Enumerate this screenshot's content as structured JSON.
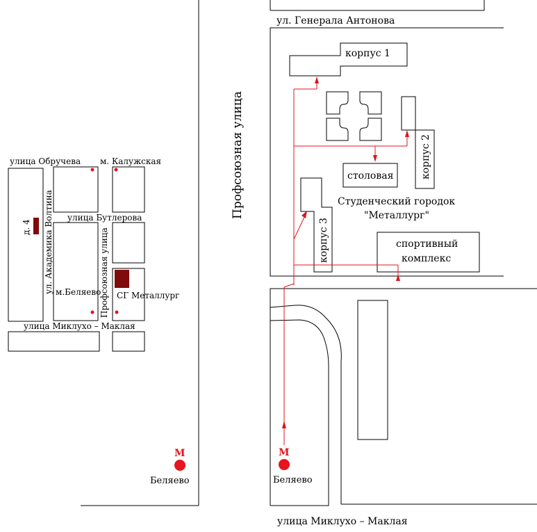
{
  "colors": {
    "route": "#e0141e",
    "metro": "#e8141e",
    "dorm": "#7f0b0b",
    "line": "#000000",
    "background": "#ffffff"
  },
  "left_map": {
    "streets": {
      "obrucheva": "улица Обручева",
      "kaluzhskaya": "м. Калужская",
      "butlerova": "улица Бутлерова",
      "akademika_voltina": "ул. Академика Волтина",
      "profsoyuznaya": "Профсоюзная улица",
      "miklukho_maklaya": "улица Миклухо – Маклая"
    },
    "labels": {
      "house": "д. 4",
      "belyaevo_small": "м.Беляево",
      "sg_metallurg": "СГ Металлург",
      "metro_letter": "М",
      "metro_station": "Беляево"
    }
  },
  "right_map": {
    "streets": {
      "generala_antonova": "ул. Генерала Антонова",
      "profsoyuznaya": "Профсоюзная улица",
      "miklukho_maklaya": "улица Миклухо – Маклая"
    },
    "buildings": {
      "korpus1": "корпус 1",
      "korpus2": "корпус 2",
      "korpus3": "корпус 3",
      "stolovaya": "столовая",
      "sport_line1": "спортивный",
      "sport_line2": "комплекс"
    },
    "campus_line1": "Студенческий городок",
    "campus_line2": "\"Металлург\"",
    "metro_letter": "М",
    "metro_station": "Беляево"
  }
}
